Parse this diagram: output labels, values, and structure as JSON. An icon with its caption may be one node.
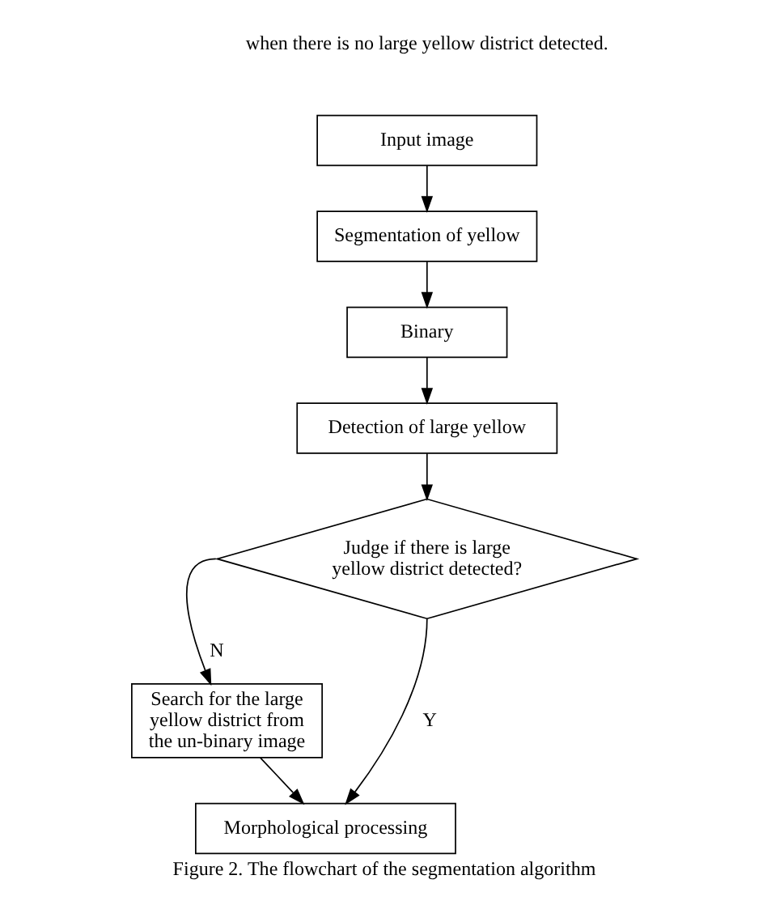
{
  "diagram": {
    "caption": "Figure 2. The flowchart of the segmentation algorithm",
    "nodes": [
      {
        "text": [
          "Input image"
        ]
      },
      {
        "text": [
          "Segmentation of yellow"
        ]
      },
      {
        "text": [
          "Binary"
        ]
      },
      {
        "text": [
          "Detection of large yellow"
        ]
      },
      {
        "text": [
          "Judge if there is large yellow district detected?"
        ]
      },
      {
        "text": [
          "Search for the large yellow district from the un-binary image"
        ]
      },
      {
        "text": [
          "Morphological processing"
        ]
      }
    ],
    "edges": [
      {
        "from": 0,
        "to": 1,
        "arrow": "to"
      },
      {
        "from": 1,
        "to": 2,
        "arrow": "to"
      },
      {
        "from": 2,
        "to": 3,
        "arrow": "to"
      },
      {
        "from": 3,
        "to": 4,
        "arrow": "to"
      },
      {
        "from": 4,
        "to": 5,
        "arrow": "to",
        "label": "N"
      },
      {
        "from": 4,
        "to": 6,
        "arrow": "to",
        "label": "Y"
      },
      {
        "from": 5,
        "to": 6,
        "arrow": "to"
      }
    ],
    "labels": [
      "when there is no large yellow district detected."
    ]
  }
}
